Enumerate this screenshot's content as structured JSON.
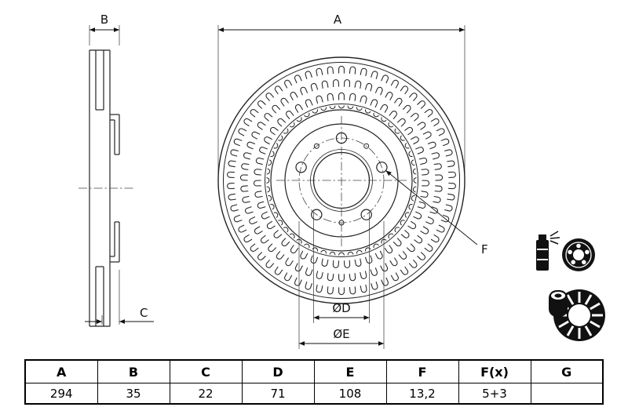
{
  "drawing": {
    "dim_labels": {
      "a": "A",
      "b": "B",
      "c": "C",
      "d": "ØD",
      "e": "ØE",
      "f": "F"
    }
  },
  "table": {
    "headers": [
      "A",
      "B",
      "C",
      "D",
      "E",
      "F",
      "F(x)",
      "G"
    ],
    "values": [
      "294",
      "35",
      "22",
      "71",
      "108",
      "13,2",
      "5+3",
      ""
    ]
  }
}
